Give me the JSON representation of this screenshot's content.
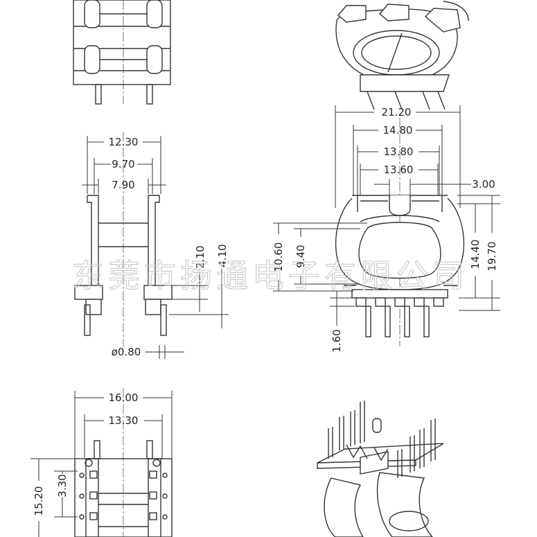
{
  "watermark": "东莞市扬通电子有限公司",
  "dimensions": {
    "side_overall_width": "12.30",
    "side_width_1": "9.70",
    "side_width_2": "7.90",
    "side_flange_height": "2.10",
    "side_total_height": "4.10",
    "pin_diameter": "ø0.80",
    "front_overall_width": "21.20",
    "front_width_1": "14.80",
    "front_width_2": "13.80",
    "front_width_3": "13.60",
    "front_slot_width": "3.00",
    "front_height_1": "10.60",
    "front_height_2": "9.40",
    "front_height_3": "14.40",
    "front_total_height": "19.70",
    "pin_length": "1.60",
    "bottom_overall_width": "16.00",
    "bottom_inner_width": "13.30",
    "bottom_pin_pitch": "3.30",
    "bottom_overall_length": "15.20"
  }
}
